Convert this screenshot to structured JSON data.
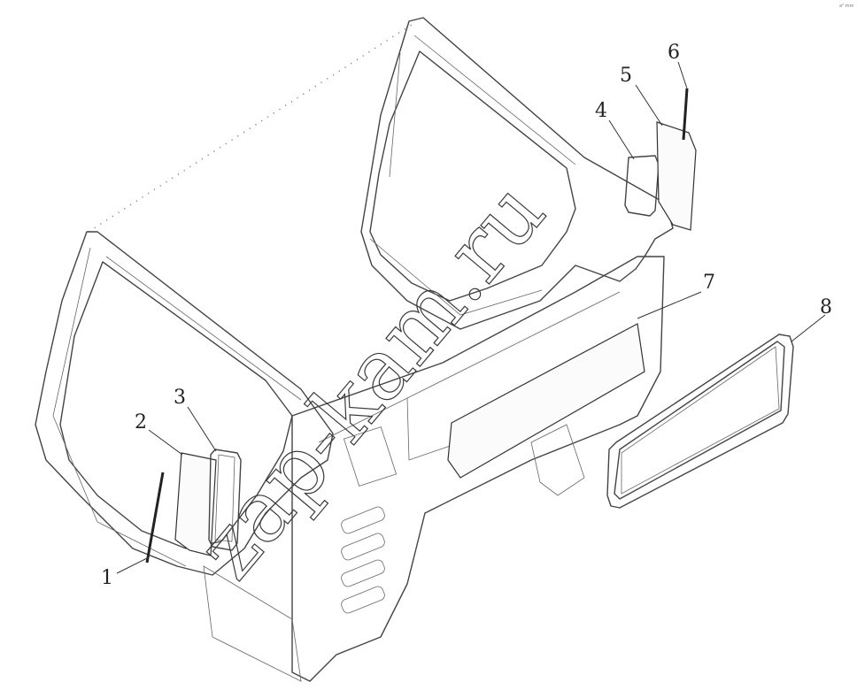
{
  "watermark": "zap-kam.ru",
  "callouts": [
    "1",
    "2",
    "3",
    "4",
    "5",
    "6",
    "7",
    "8"
  ],
  "corner_mark": "a² mm"
}
